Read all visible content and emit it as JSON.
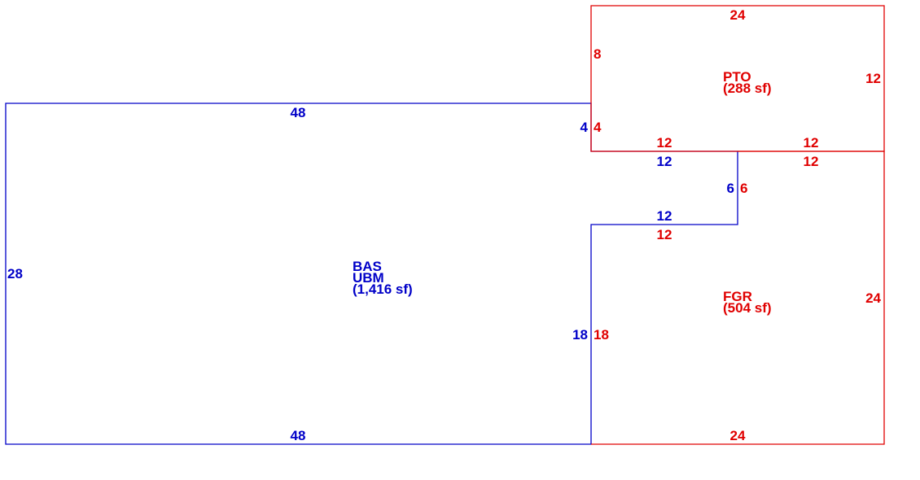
{
  "colors": {
    "blue": "#0000c8",
    "red": "#e00000"
  },
  "areas": {
    "bas": {
      "code": "BAS",
      "sub": "UBM",
      "size": "(1,416 sf)"
    },
    "pto": {
      "code": "PTO",
      "size": "(288 sf)"
    },
    "fgr": {
      "code": "FGR",
      "size": "(504 sf)"
    }
  },
  "dims": {
    "bas_top": "48",
    "bas_bottom": "48",
    "bas_left": "28",
    "bas_notch_right": "4",
    "bas_step_top": "12",
    "bas_step_side": "6",
    "bas_step_bottom": "12",
    "bas_inner_right": "18",
    "pto_top": "24",
    "pto_left": "8",
    "pto_right": "12",
    "pto_left_lower": "4",
    "pto_bottom_left": "12",
    "pto_bottom_right": "12",
    "fgr_top_right": "12",
    "fgr_step_side": "6",
    "fgr_step_top": "12",
    "fgr_left": "18",
    "fgr_right": "24",
    "fgr_bottom": "24"
  }
}
